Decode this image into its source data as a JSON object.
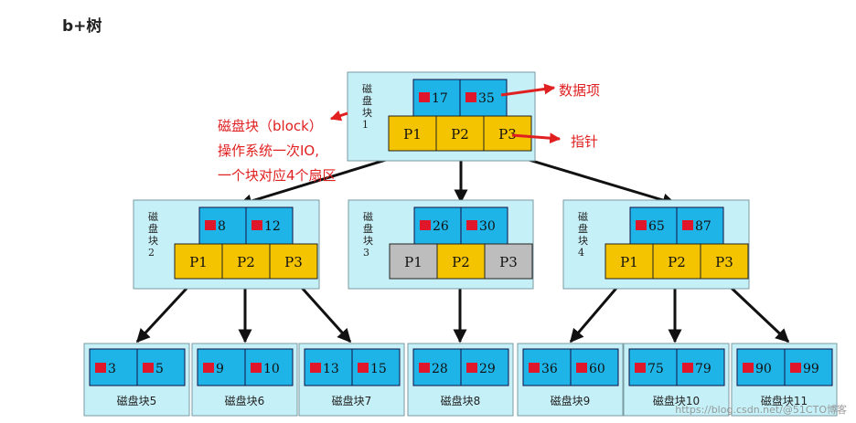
{
  "title": "b+树",
  "root": {
    "label": "磁盘块1",
    "keys": [
      "17",
      "35"
    ],
    "pointers": [
      "P1",
      "P2",
      "P3"
    ]
  },
  "middle": [
    {
      "label": "磁盘块2",
      "keys": [
        "8",
        "12"
      ],
      "pointers": [
        "P1",
        "P2",
        "P3"
      ],
      "pointer_state": [
        "active",
        "active",
        "active"
      ]
    },
    {
      "label": "磁盘块3",
      "keys": [
        "26",
        "30"
      ],
      "pointers": [
        "P1",
        "P2",
        "P3"
      ],
      "pointer_state": [
        "inactive",
        "active",
        "inactive"
      ]
    },
    {
      "label": "磁盘块4",
      "keys": [
        "65",
        "87"
      ],
      "pointers": [
        "P1",
        "P2",
        "P3"
      ],
      "pointer_state": [
        "active",
        "active",
        "active"
      ]
    }
  ],
  "leaves": [
    {
      "label": "磁盘块5",
      "keys": [
        "3",
        "5"
      ]
    },
    {
      "label": "磁盘块6",
      "keys": [
        "9",
        "10"
      ]
    },
    {
      "label": "磁盘块7",
      "keys": [
        "13",
        "15"
      ]
    },
    {
      "label": "磁盘块8",
      "keys": [
        "28",
        "29"
      ]
    },
    {
      "label": "磁盘块9",
      "keys": [
        "36",
        "60"
      ]
    },
    {
      "label": "磁盘块10",
      "keys": [
        "75",
        "79"
      ]
    },
    {
      "label": "磁盘块11",
      "keys": [
        "90",
        "99"
      ]
    }
  ],
  "annotations": {
    "data_item": "数据项",
    "pointer": "指针",
    "block_line1": "磁盘块（block）",
    "block_line2": "操作系统一次IO,",
    "block_line3": "一个块对应4个扇区"
  },
  "watermark": "https://blog.csdn.net/@51CTO博客",
  "colors": {
    "node_bg": "#c6f0f7",
    "key_cell": "#1fb4e8",
    "pointer_active": "#f5c400",
    "pointer_inactive": "#bdbdbd",
    "marker": "#e0162b",
    "annotation": "#e02020",
    "arrow": "#111111"
  }
}
